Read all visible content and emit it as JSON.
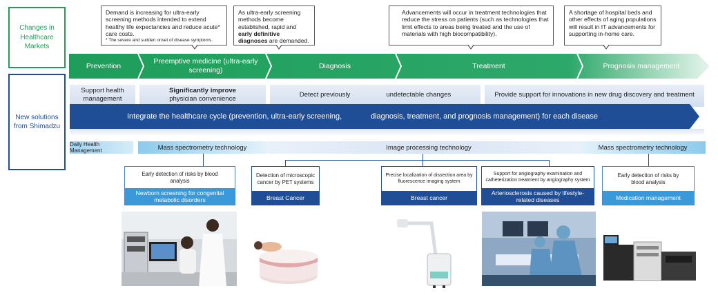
{
  "side_labels": {
    "markets": "Changes in Healthcare Markets",
    "solutions": "New solutions from Shimadzu"
  },
  "callouts": [
    {
      "text": "Demand is increasing for ultra-early screening methods intended to extend healthy life expectancies and reduce acute* care costs.",
      "note": "* The severe and sudden onset of disease symptoms."
    },
    {
      "text_pre": "As ultra-early screening methods become established, rapid and ",
      "text_bold": "early definitive diagnoses",
      "text_post": " are demanded."
    },
    {
      "text": "Advancements will occur in treatment technologies that reduce the stress on patients (such as technologies that limit effects to areas being treated and the use of materials with high biocompatibility)."
    },
    {
      "text": "A shortage of hospital beds and other effects of aging populations will result in IT advancements for supporting in-home care."
    }
  ],
  "stages": [
    "Prevention",
    "Preemptive medicine (ultra-early screening)",
    "Diagnosis",
    "Treatment",
    "Prognosis management"
  ],
  "solution_headers": [
    {
      "text": "Support health management"
    },
    {
      "text_bold": "Significantly improve",
      "text": "physician convenience"
    },
    {
      "text": "Detect previously",
      "text2": "undetectable changes"
    },
    {
      "text": "Provide support for innovations in new drug discovery and treatment"
    }
  ],
  "cycle_band": {
    "text": "Integrate the healthcare cycle (prevention, ultra-early screening,",
    "text2": "diagnosis, treatment, and prognosis management) for each disease"
  },
  "technologies": [
    "Daily Health Management",
    "Mass spectrometry technology",
    "Image processing technology",
    "Mass spectrometry technology"
  ],
  "products": [
    {
      "title": "Early detection of risks by blood analysis",
      "bottom": "Newborn screening for congenital metabolic disorders"
    },
    {
      "title": "Detection of microscopic cancer by PET systems",
      "bottom": "Breast Cancer"
    },
    {
      "title": "Precise localization of dissection area by fluorescence imaging system",
      "bottom": "Breast cancer"
    },
    {
      "title": "Support for angiography examination and catheterization treatment by angiography system",
      "bottom": "Arteriosclerosis caused by lifestyle-related diseases"
    },
    {
      "title": "Early detection of risks by blood analysis",
      "bottom": "Medication management"
    }
  ],
  "photos": [
    "lab-analysis-photo",
    "pet-scanner-photo",
    "fluorescence-imaging-photo",
    "angiography-photo",
    "mass-spectrometer-photo"
  ],
  "colors": {
    "green": "#1e9e5a",
    "navy": "#1f4e96",
    "light_blue": "#3a9ad9",
    "sky": "#bcdcf2"
  }
}
